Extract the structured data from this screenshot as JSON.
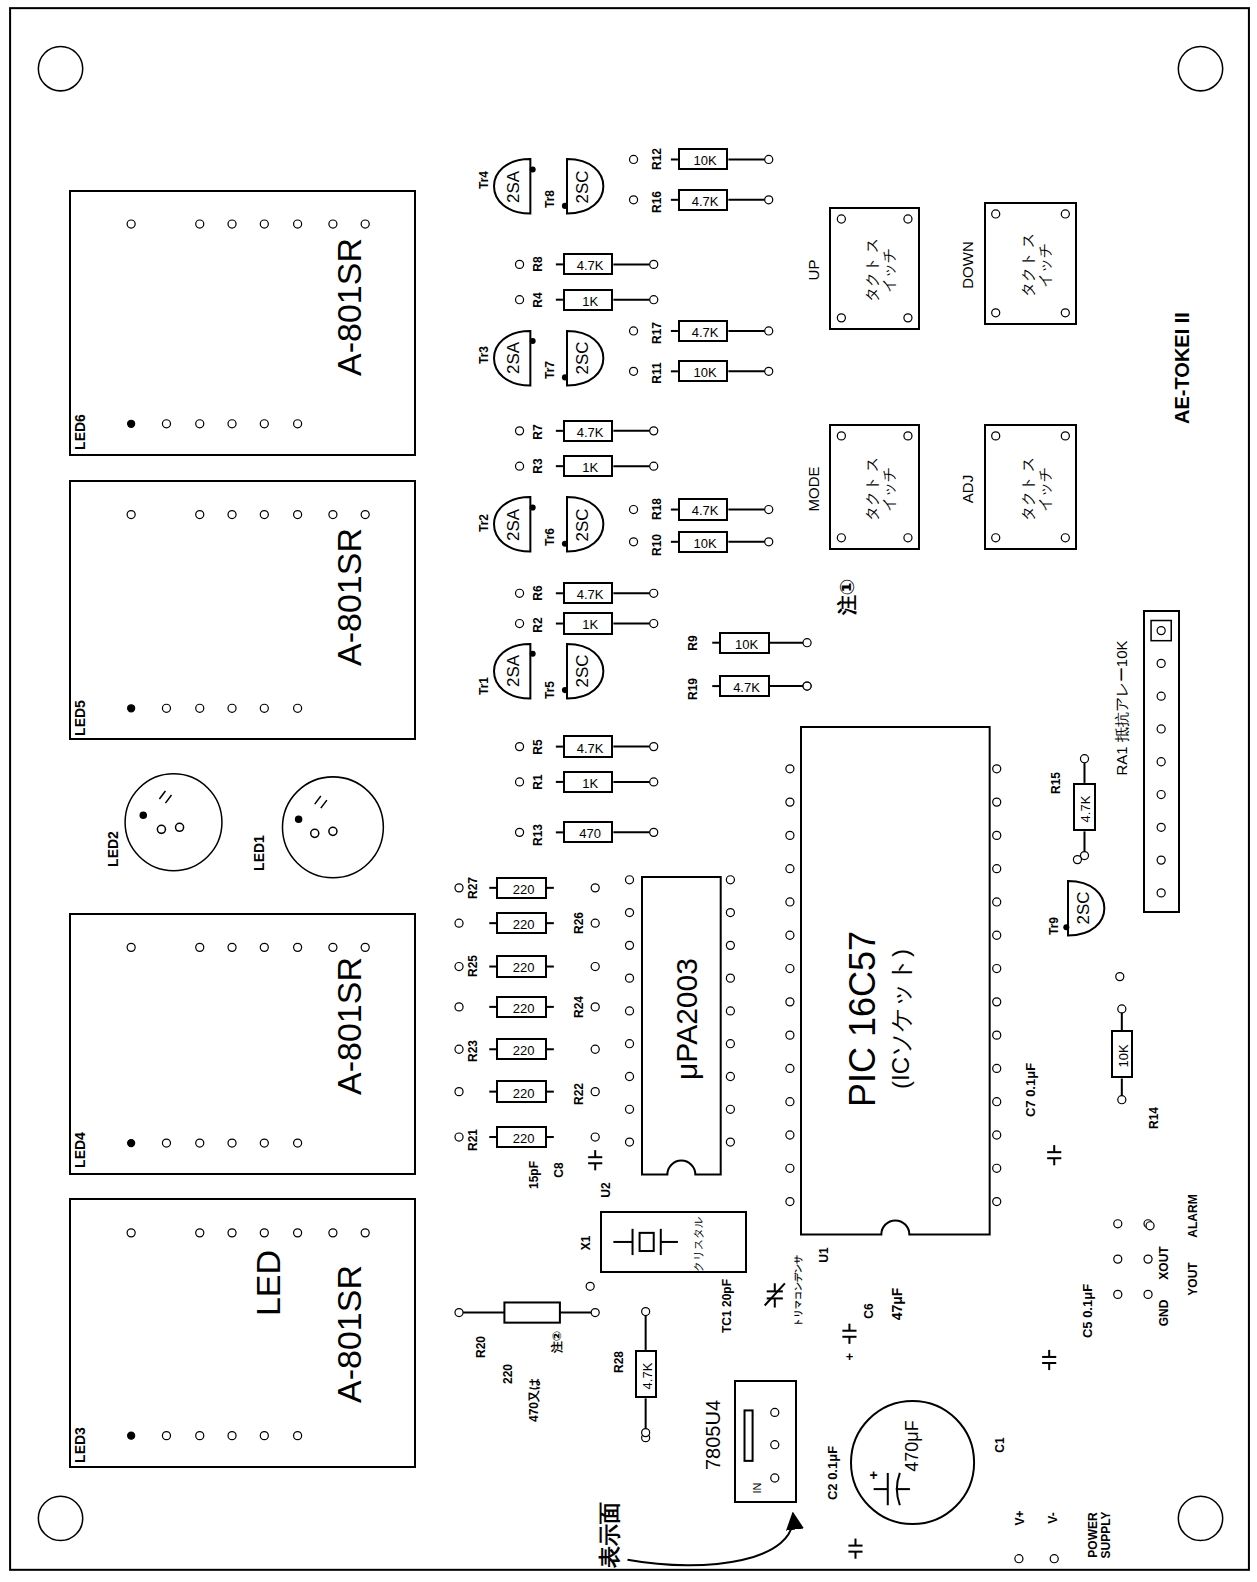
{
  "diagram": {
    "nodes": [
      {
        "text": [
          "A-801SR"
        ]
      },
      {
        "text": [
          "A-801SR"
        ]
      },
      {
        "text": [
          "A-801SR"
        ]
      },
      {
        "text": [
          "LED",
          "A-801SR"
        ]
      },
      {
        "text": [
          "2SA"
        ]
      },
      {
        "text": [
          "2SC"
        ]
      },
      {
        "text": [
          "2SA"
        ]
      },
      {
        "text": [
          "2SC"
        ]
      },
      {
        "text": [
          "2SA"
        ]
      },
      {
        "text": [
          "2SC"
        ]
      },
      {
        "text": [
          "2SA"
        ]
      },
      {
        "text": [
          "2SC"
        ]
      },
      {
        "text": [
          "2SC"
        ]
      },
      {
        "text": [
          "10K"
        ]
      },
      {
        "text": [
          "4.7K"
        ]
      },
      {
        "text": [
          "4.7K"
        ]
      },
      {
        "text": [
          "1K"
        ]
      },
      {
        "text": [
          "4.7K"
        ]
      },
      {
        "text": [
          "10K"
        ]
      },
      {
        "text": [
          "4.7K"
        ]
      },
      {
        "text": [
          "1K"
        ]
      },
      {
        "text": [
          "4.7K"
        ]
      },
      {
        "text": [
          "10K"
        ]
      },
      {
        "text": [
          "4.7K"
        ]
      },
      {
        "text": [
          "1K"
        ]
      },
      {
        "text": [
          "10K"
        ]
      },
      {
        "text": [
          "4.7K"
        ]
      },
      {
        "text": [
          "4.7K"
        ]
      },
      {
        "text": [
          "1K"
        ]
      },
      {
        "text": [
          "470"
        ]
      },
      {
        "text": [
          "220"
        ]
      },
      {
        "text": [
          "220"
        ]
      },
      {
        "text": [
          "220"
        ]
      },
      {
        "text": [
          "220"
        ]
      },
      {
        "text": [
          "220"
        ]
      },
      {
        "text": [
          "220"
        ]
      },
      {
        "text": [
          "220"
        ]
      },
      {
        "text": [
          "4.7K"
        ]
      },
      {
        "text": [
          "10K"
        ]
      },
      {
        "text": [
          "4.7K"
        ]
      },
      {
        "text": [
          "UP",
          "タクト スイッチ"
        ]
      },
      {
        "text": [
          "DOWN",
          "タクト スイッチ"
        ]
      },
      {
        "text": [
          "MODE",
          "タクト スイッチ"
        ]
      },
      {
        "text": [
          "ADJ",
          "タクト スイッチ"
        ]
      },
      {
        "text": [
          "μPA2003"
        ]
      },
      {
        "text": [
          "PIC 16C57",
          "(ICソケット)"
        ]
      },
      {
        "text": [
          "RA1 抵抗アレー10K"
        ]
      },
      {
        "text": [
          "クリスタル"
        ]
      },
      {
        "text": [
          "7805U4",
          "IN"
        ]
      },
      {
        "text": [
          "470μF"
        ]
      }
    ],
    "labels": [
      "LED6",
      "LED5",
      "LED4",
      "LED3",
      "LED2",
      "LED1",
      "Tr4",
      "Tr8",
      "Tr3",
      "Tr7",
      "Tr2",
      "Tr6",
      "Tr1",
      "Tr5",
      "Tr9",
      "R12",
      "R16",
      "R8",
      "R4",
      "R17",
      "R11",
      "R7",
      "R3",
      "R18",
      "R10",
      "R6",
      "R2",
      "R9",
      "R19",
      "R5",
      "R1",
      "R13",
      "R27",
      "R26",
      "R25",
      "R24",
      "R23",
      "R22",
      "R21",
      "R15",
      "R14",
      "R28",
      "R20",
      "220",
      "470又は",
      "注②",
      "U2",
      "U1",
      "X1",
      "C8",
      "15pF",
      "TC1 20pF",
      "トリマコンデンサ",
      "C6",
      "47μF",
      "+",
      "C7 0.1μF",
      "C5 0.1μF",
      "C2 0.1μF",
      "C1",
      "+",
      "注①",
      "AE-TOKEI II",
      "表示面",
      "POWER SUPPLY",
      "V+",
      "V-",
      "GND",
      "XOUT",
      "YOUT",
      "ALARM"
    ]
  }
}
